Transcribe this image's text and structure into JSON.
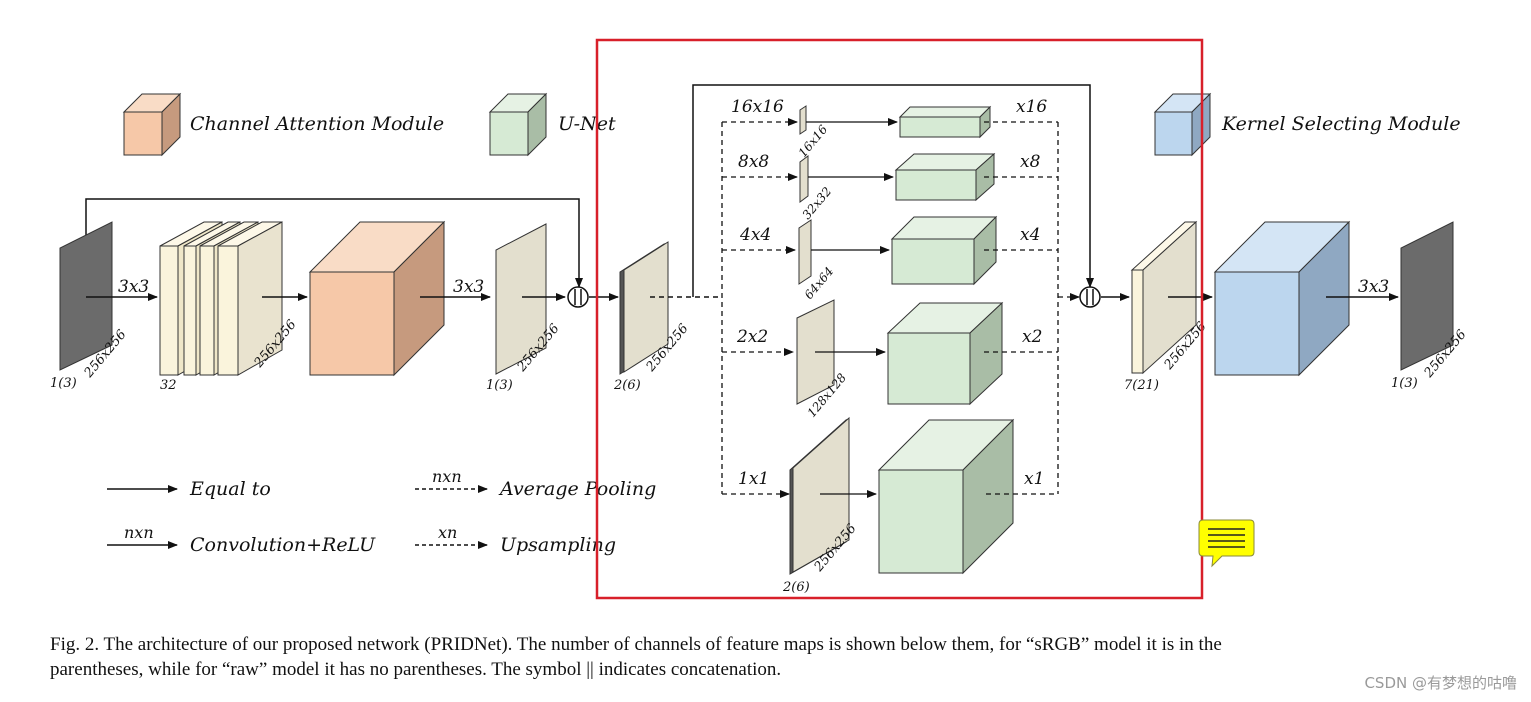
{
  "legend": {
    "channel_attention": "Channel Attention Module",
    "unet": "U-Net",
    "kernel_selecting": "Kernel Selecting Module",
    "equal_to": "Equal to",
    "conv_relu": "Convolution+ReLU",
    "conv_symbol": "nxn",
    "avg_pooling": "Average Pooling",
    "pool_symbol": "nxn",
    "upsampling": "Upsampling",
    "up_symbol": "xn"
  },
  "main": {
    "kernel_1": "3x3",
    "kernel_2": "3x3",
    "kernel_3": "3x3",
    "input_size": "256x256",
    "input_ch": "1(3)",
    "conv_size": "256x256",
    "conv_ch": "32",
    "noise_size": "256x256",
    "noise_ch": "1(3)",
    "concat1_size": "256x256",
    "concat1_ch": "2(6)",
    "concat2_size": "256x256",
    "concat2_ch": "7(21)",
    "output_size": "256x256",
    "output_ch": "1(3)"
  },
  "branches": [
    {
      "pool": "16x16",
      "size": "16x16",
      "up": "x16"
    },
    {
      "pool": "8x8",
      "size": "32x32",
      "up": "x8"
    },
    {
      "pool": "4x4",
      "size": "64x64",
      "up": "x4"
    },
    {
      "pool": "2x2",
      "size": "128x128",
      "up": "x2"
    },
    {
      "pool": "1x1",
      "size": "256x256",
      "up": "x1",
      "ch": "2(6)"
    }
  ],
  "caption": {
    "line1": "Fig. 2.  The architecture of our proposed network (PRIDNet). The number of channels of feature maps is shown below them, for “sRGB” model it is in the",
    "line2": "parentheses, while for “raw” model it has no parentheses. The symbol || indicates concatenation."
  },
  "watermark": "CSDN @有梦想的咕噜",
  "colors": {
    "highlight_box": "#d8202a",
    "channel_attention": "#f6c8a8",
    "unet": "#d6ead4",
    "kernel_selecting": "#bcd6ee",
    "feature_map": "#e3dfce",
    "conv_stack": "#faf4dc",
    "io_map": "#6b6b6b",
    "note": "#ffff00"
  }
}
